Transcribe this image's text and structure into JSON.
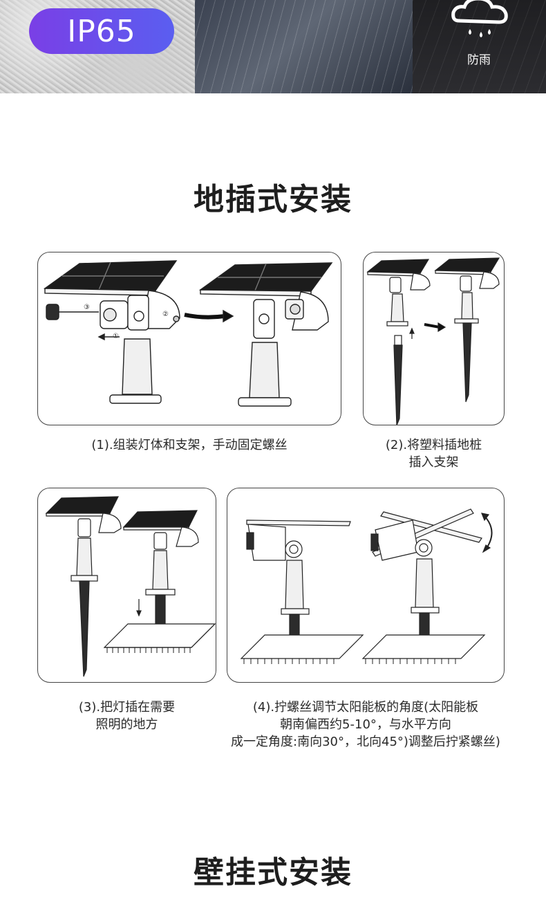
{
  "banner": {
    "badge_text": "IP65",
    "rain_label": "防雨",
    "badge_color_start": "#7a3fe6",
    "badge_color_end": "#5a5ef0"
  },
  "sections": {
    "ground_title": "地插式安装",
    "wall_title": "壁挂式安装"
  },
  "steps": [
    {
      "lines": [
        "(1).组装灯体和支架，手动固定螺丝"
      ]
    },
    {
      "lines": [
        "(2).将塑料插地桩",
        "插入支架"
      ]
    },
    {
      "lines": [
        "(3).把灯插在需要",
        "照明的地方"
      ]
    },
    {
      "lines": [
        "(4).拧螺丝调节太阳能板的角度(太阳能板",
        "朝南偏西约5-10°，与水平方向",
        "成一定角度:南向30°，北向45°)调整后拧紧螺丝)"
      ]
    }
  ],
  "diagram_labels": {
    "marker_1": "①",
    "marker_2": "②",
    "marker_3": "③"
  }
}
